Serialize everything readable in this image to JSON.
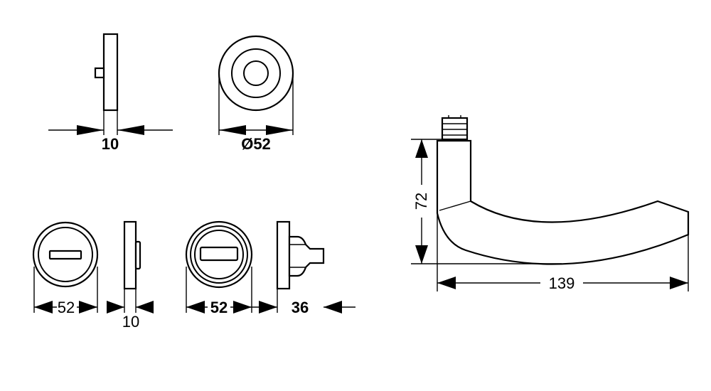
{
  "dimensions": {
    "rose_thickness": "10",
    "rose_diameter": "Ø52",
    "escutcheon_width": "52",
    "escutcheon_thickness": "10",
    "turn_rose_width": "52",
    "turn_length": "36",
    "lever_height": "72",
    "lever_length": "139"
  },
  "colors": {
    "line": "#000000",
    "background": "#ffffff"
  }
}
